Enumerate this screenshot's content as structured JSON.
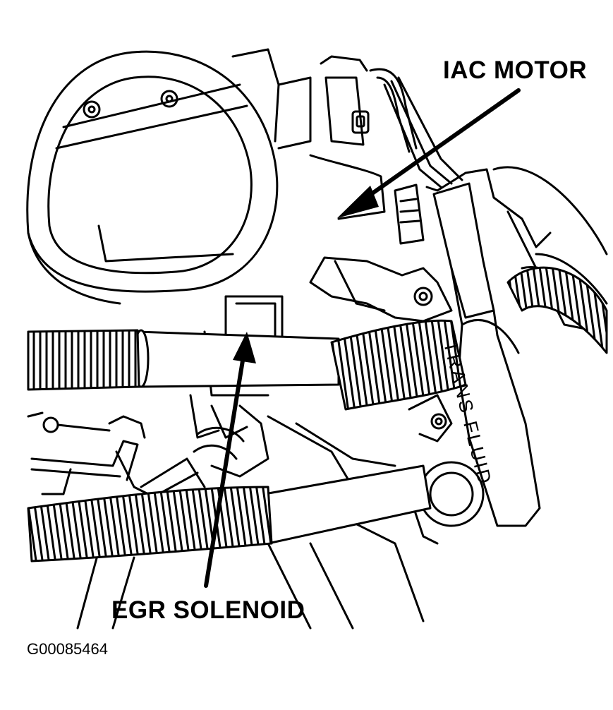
{
  "labels": {
    "iac_motor": "IAC MOTOR",
    "egr_solenoid": "EGR SOLENOID",
    "hose_text": "TRANS FLUID",
    "figure_code": "G00085464"
  },
  "colors": {
    "ink": "#000000",
    "paper": "#ffffff"
  }
}
